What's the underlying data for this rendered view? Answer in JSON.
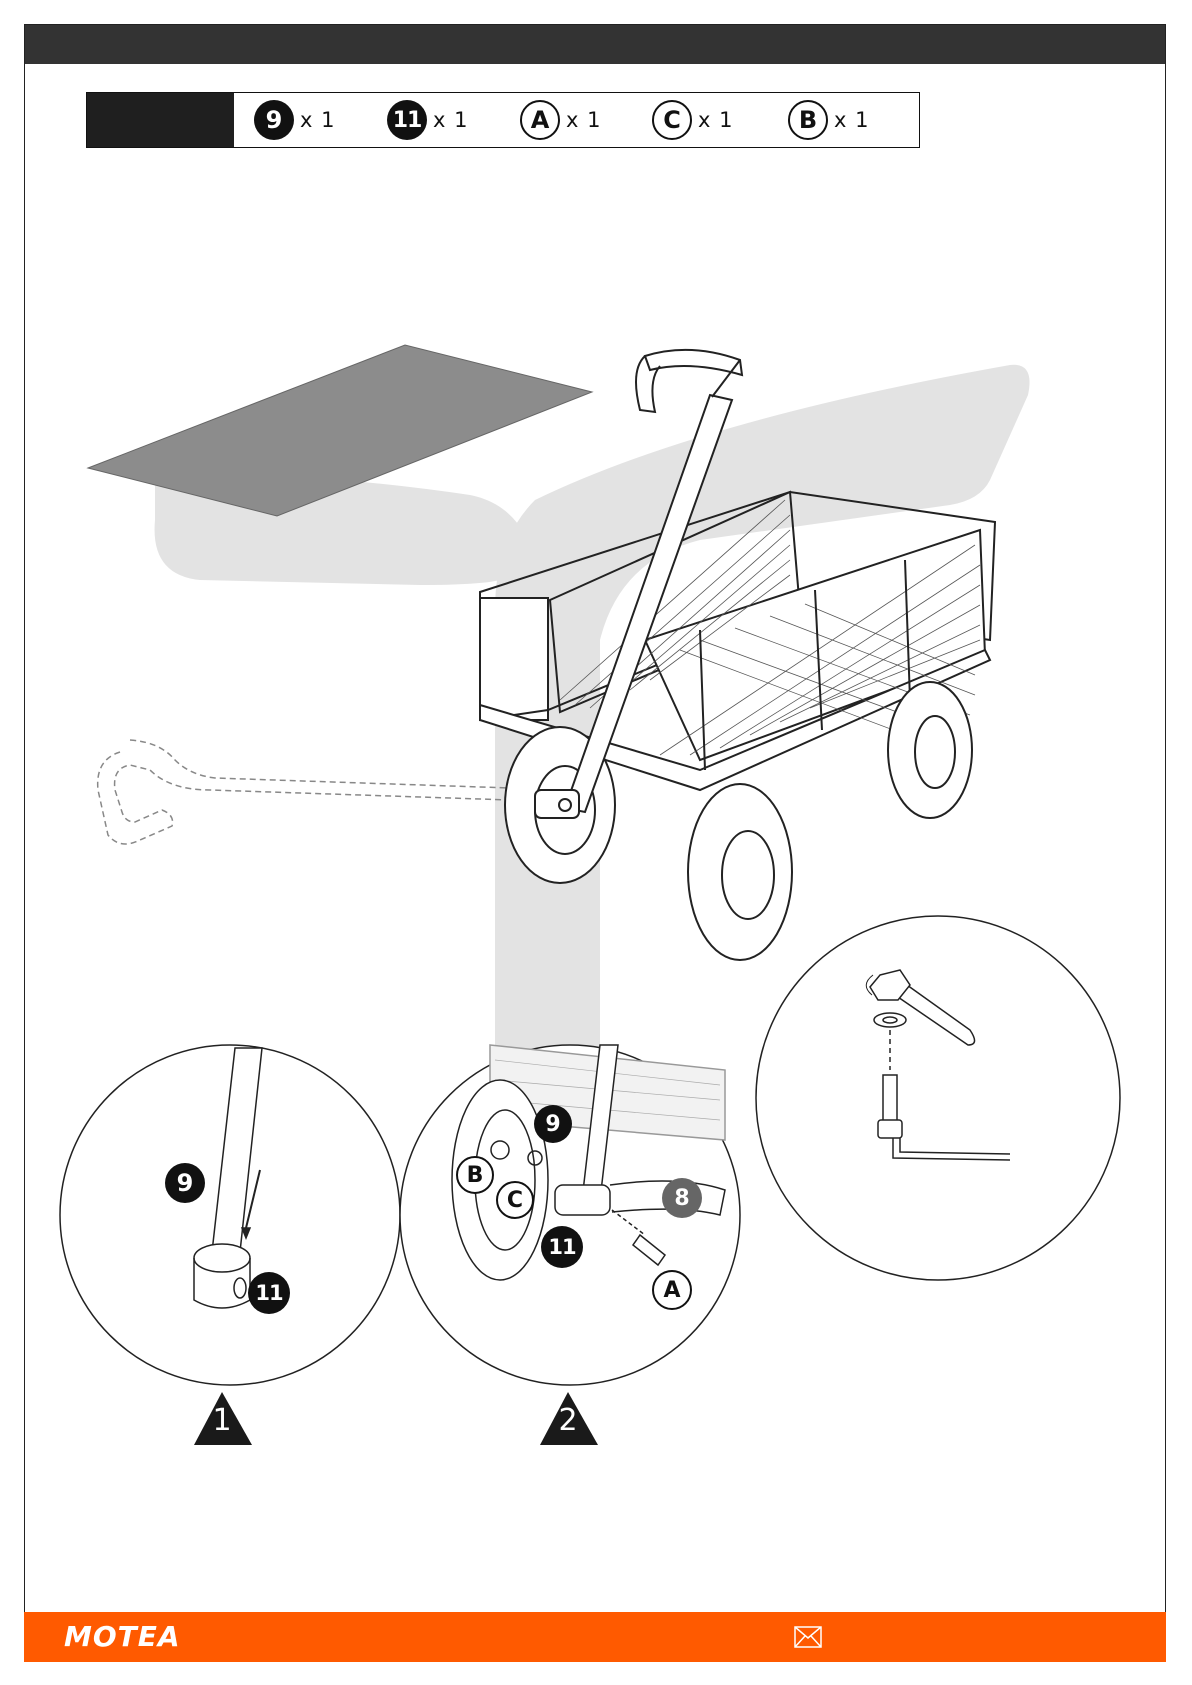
{
  "parts": [
    {
      "id": "9",
      "style": "dark",
      "qty": "x 1"
    },
    {
      "id": "11",
      "style": "dark",
      "qty": "x 1"
    },
    {
      "id": "A",
      "style": "light",
      "qty": "x 1"
    },
    {
      "id": "C",
      "style": "light",
      "qty": "x 1"
    },
    {
      "id": "B",
      "style": "light",
      "qty": "x 1"
    }
  ],
  "detail1": {
    "label_9": "9",
    "label_11": "11"
  },
  "detail2": {
    "label_9": "9",
    "label_B": "B",
    "label_C": "C",
    "label_11": "11",
    "label_8": "8",
    "label_A": "A"
  },
  "steps": {
    "step1": "1",
    "step2": "2"
  },
  "footer": {
    "brand": "MOTEA",
    "icon": "mail-icon"
  },
  "colors": {
    "footer": "#ff5a00",
    "top_bar": "#333333",
    "watermark": "#e3e3e3"
  }
}
